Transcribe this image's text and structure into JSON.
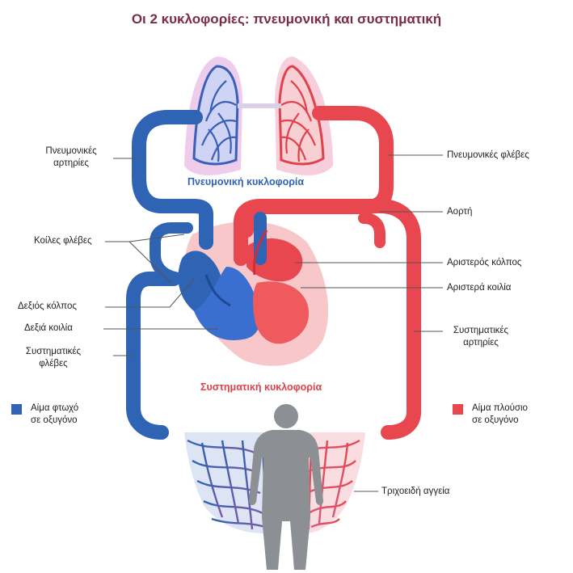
{
  "title": "Οι 2 κυκλοφορίες: πνευμονική και συστηματική",
  "circulations": {
    "pulmonary": "Πνευμονική κυκλοφορία",
    "systemic": "Συστηματική κυκλοφορία"
  },
  "labels": {
    "pulmonary_arteries": "Πνευμονικές\nαρτηρίες",
    "pulmonary_veins": "Πνευμονικές φλέβες",
    "aorta": "Αορτή",
    "vena_cavae": "Κοίλες φλέβες",
    "left_atrium": "Αριστερός κόλπος",
    "left_ventricle": "Αριστερά κοιλία",
    "right_atrium": "Δεξιός κόλπος",
    "right_ventricle": "Δεξιά κοιλία",
    "systemic_arteries": "Συστηματικές\nαρτηρίες",
    "systemic_veins": "Συστηματικές\nφλέβες",
    "capillaries": "Τριχοειδή αγγεία"
  },
  "legend": {
    "deoxygenated": "Αίμα φτωχό\nσε οξυγόνο",
    "oxygenated": "Αίμα πλούσιο\nσε οξυγόνο"
  },
  "colors": {
    "deoxygenated": "#2f63b3",
    "oxygenated": "#e8474f",
    "title": "#7b2a4a",
    "lung_halo": "#e9c2e6",
    "heart_shadow": "#f5b9bc",
    "body": "#8c8f93"
  }
}
